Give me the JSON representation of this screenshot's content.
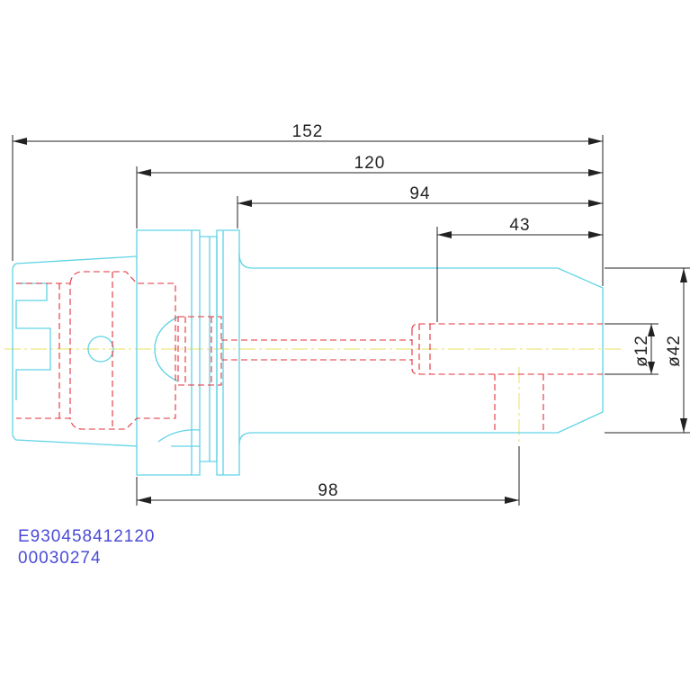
{
  "dimensions": {
    "total_length": "152",
    "body_length": "120",
    "shank_length": "94",
    "bore_depth": "43",
    "gauge_length": "98",
    "bore_diameter": "ø12",
    "outer_diameter": "ø42"
  },
  "part_codes": {
    "article_number": "E930458412120",
    "order_code": "00030274"
  },
  "colors": {
    "outline": "#5fd3e6",
    "hidden_lines": "#e0303a",
    "center_line": "#e8e060",
    "dimensions": "#222222",
    "part_code_text": "#4a4ad8"
  }
}
